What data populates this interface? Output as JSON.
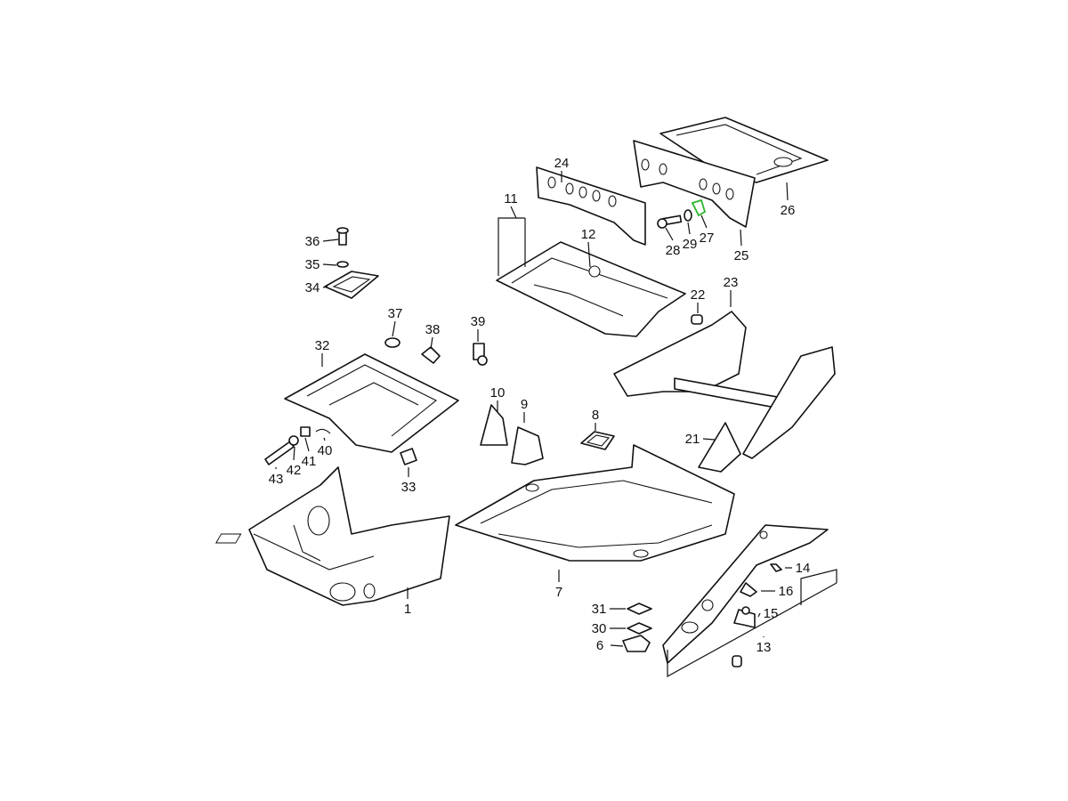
{
  "diagram": {
    "type": "exploded parts diagram",
    "highlight_color": "#2bb52b",
    "callouts": [
      "36",
      "35",
      "34",
      "37",
      "38",
      "39",
      "32",
      "11",
      "12",
      "24",
      "28",
      "29",
      "27",
      "25",
      "26",
      "22",
      "23",
      "10",
      "9",
      "8",
      "21",
      "43",
      "42",
      "41",
      "40",
      "33",
      "7",
      "1",
      "14",
      "16",
      "15",
      "13",
      "31",
      "30",
      "6"
    ]
  }
}
